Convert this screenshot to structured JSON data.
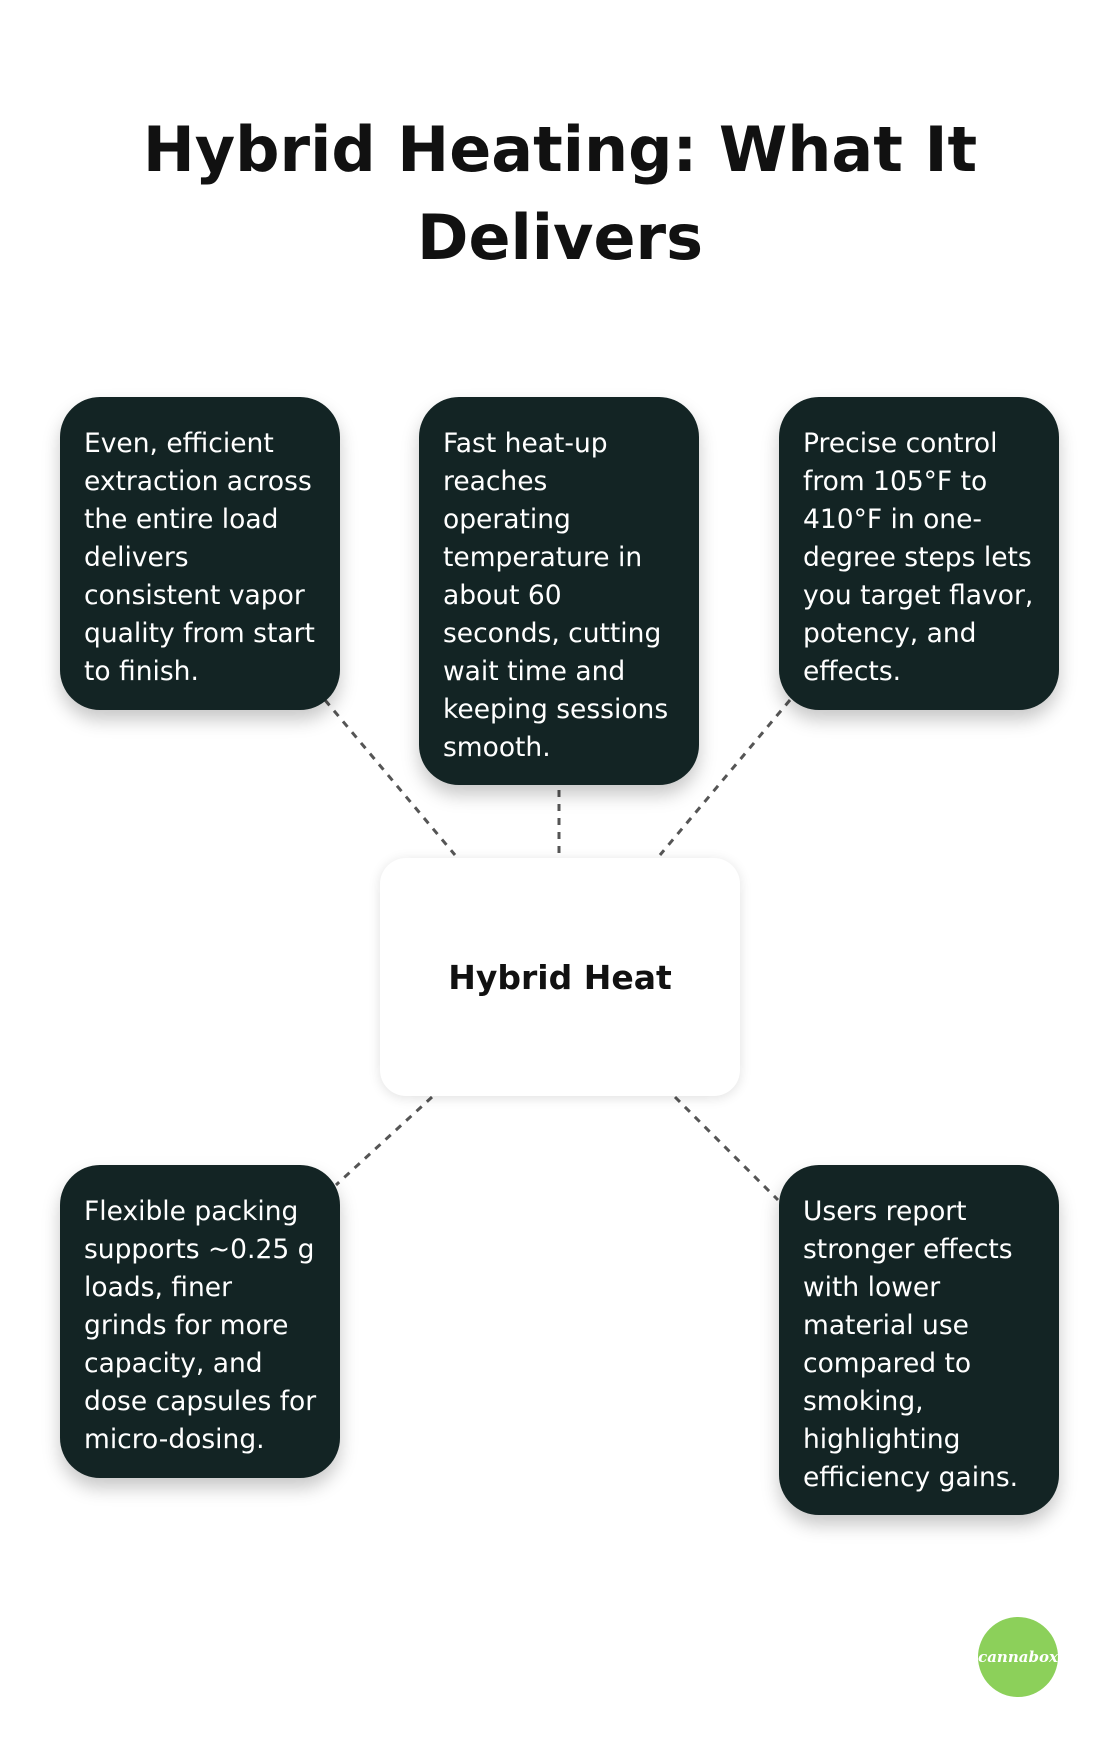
{
  "title": "Hybrid Heating: What It Delivers",
  "center": {
    "label": "Hybrid Heat"
  },
  "cards": [
    {
      "id": "top-left",
      "text": "Even, efficient extraction across the entire load delivers consistent vapor quality from start to finish."
    },
    {
      "id": "top-middle",
      "text": "Fast heat-up reaches operating temperature in about 60 seconds, cutting wait time and keeping sessions smooth."
    },
    {
      "id": "top-right",
      "text": "Precise control from 105°F to 410°F in one-degree steps lets you target flavor, potency, and effects."
    },
    {
      "id": "bottom-left",
      "text": "Flexible packing supports ~0.25 g loads, finer grinds for more capacity, and dose capsules for micro-dosing."
    },
    {
      "id": "bottom-right",
      "text": "Users report stronger effects with lower material use compared to smoking, highlighting efficiency gains."
    }
  ],
  "logo": {
    "text": "cannabox"
  },
  "colors": {
    "card_bg": "#132424",
    "card_text": "#ffffff",
    "center_bg": "#ffffff",
    "connector": "#555555",
    "logo_bg": "#8cd05a",
    "title": "#111111"
  }
}
